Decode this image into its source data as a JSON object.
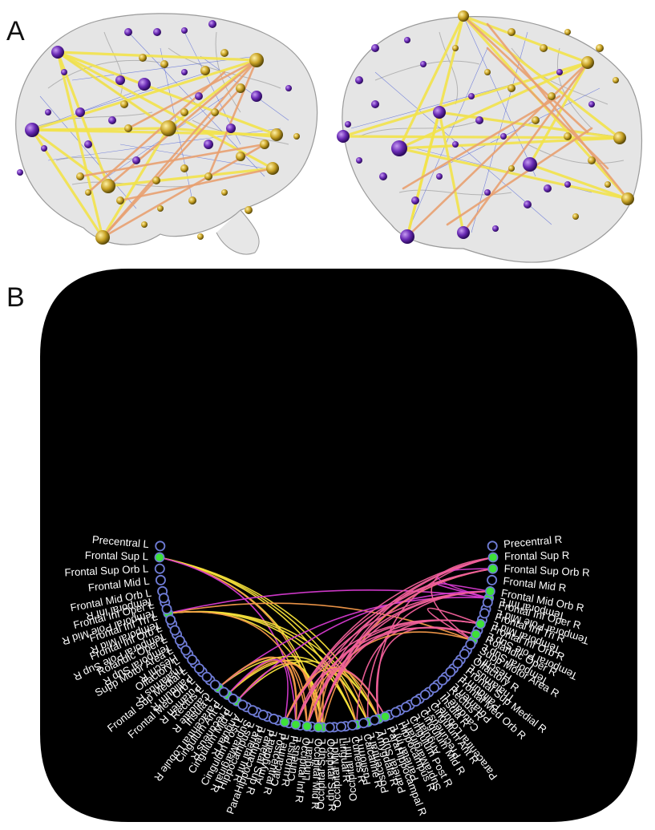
{
  "panels": {
    "a_label": "A",
    "b_label": "B"
  },
  "colors": {
    "purple_node": "#6a2bb5",
    "gold_node": "#c9a326",
    "yellow_edge": "#f2e24a",
    "orange_edge": "#e8a070",
    "blue_edge": "#5a6bd8",
    "ring_node": "#6f7cd6",
    "highlight_node": "#3ee03a",
    "chord_yellow": "#f6e03a",
    "chord_orange": "#f59a4a",
    "chord_pink": "#f0609a",
    "chord_magenta": "#d63ad0",
    "background": "#000000"
  },
  "chord_diagram": {
    "left_labels": [
      "Precentral L",
      "Frontal Sup L",
      "Frontal Sup Orb L",
      "Frontal Mid L",
      "Frontal Mid Orb L",
      "Frontal Inf Oper L",
      "Frontal Inf Tri L",
      "Frontal Inf Orb L",
      "Rolandic Oper L",
      "Supp Motor Area L",
      "Olfactory L",
      "Frontal Sup Medial L",
      "Frontal Med Orb L",
      "Rectus L",
      "Insula L",
      "Cingulum Ant L",
      "Cingulum Mid L",
      "Cingulum Post L",
      "Hippocampus L",
      "ParaHippocampal L",
      "Amygdala L",
      "Calcarine L",
      "Cuneus L",
      "Lingual L",
      "Occipital Sup L",
      "Occipital Mid L",
      "Occipital Inf L",
      "Fusiform L",
      "Postcentral L",
      "Parietal Sup L",
      "Parietal Inf L",
      "SupraMarginal L",
      "Angular L",
      "Precuneus L",
      "Paracentral Lobule L",
      "Caudate L",
      "Putamen L",
      "Pallidum L",
      "Thalamus L",
      "Heschl L",
      "Temporal Sup L",
      "Temporal Pole Sup L",
      "Temporal Mid L",
      "Temporal Pole Mid L",
      "Temporal Inf L"
    ],
    "right_labels": [
      "Precentral R",
      "Frontal Sup R",
      "Frontal Sup Orb R",
      "Frontal Mid R",
      "Frontal Mid Orb R",
      "Frontal Inf Oper R",
      "Frontal Inf Tri R",
      "Frontal Inf Orb R",
      "Rolandic Oper R",
      "Supp Motor Area R",
      "Olfactory R",
      "Frontal Sup Medial R",
      "Frontal Med Orb R",
      "Rectus R",
      "Insula R",
      "Cingulum Ant R",
      "Cingulum Mid R",
      "Cingulum Post R",
      "Hippocampus R",
      "ParaHippocampal R",
      "Amygdala R",
      "Calcarine R",
      "Cuneus R",
      "Lingual R",
      "Occipital Sup R",
      "Occipital Mid R",
      "Occipital Inf R",
      "Fusiform R",
      "Postcentral R",
      "Parietal Sup R",
      "Parietal Inf R",
      "SupraMarginal R",
      "Angular R",
      "Precuneus R",
      "Paracentral Lobule R",
      "Caudate R",
      "Putamen R",
      "Pallidum R",
      "Thalamus R",
      "Heschl R",
      "Temporal Sup R",
      "Temporal Pole Sup R",
      "Temporal Mid R",
      "Temporal Pole Mid R",
      "Temporal Inf R"
    ],
    "highlighted": [
      "Frontal Sup L",
      "Frontal Inf Tri L",
      "Cingulum Ant L",
      "Insula L",
      "Cingulum Mid L",
      "Occipital Sup L",
      "Fusiform L",
      "Postcentral L",
      "Parietal Sup L",
      "Temporal Sup L",
      "Temporal Inf L",
      "Frontal Sup R",
      "Frontal Sup Orb R",
      "Frontal Mid Orb R",
      "Frontal Inf Orb R",
      "Rolandic Oper R",
      "ParaHippocampal R",
      "Occipital Mid R",
      "Occipital Inf R",
      "Fusiform R",
      "Postcentral R"
    ],
    "connections": [
      {
        "a": "Frontal Sup L",
        "b": "Occipital Sup L",
        "c": "yellow"
      },
      {
        "a": "Frontal Sup L",
        "b": "Parietal Sup L",
        "c": "yellow"
      },
      {
        "a": "Frontal Sup L",
        "b": "Fusiform L",
        "c": "yellow"
      },
      {
        "a": "Frontal Sup L",
        "b": "Postcentral L",
        "c": "yellow"
      },
      {
        "a": "Frontal Sup L",
        "b": "Occipital Mid R",
        "c": "orange"
      },
      {
        "a": "Frontal Sup L",
        "b": "Fusiform R",
        "c": "magenta"
      },
      {
        "a": "Frontal Inf Tri L",
        "b": "Parietal Sup L",
        "c": "yellow"
      },
      {
        "a": "Frontal Inf Tri L",
        "b": "Occipital Sup L",
        "c": "yellow"
      },
      {
        "a": "Frontal Inf Tri L",
        "b": "Temporal Sup L",
        "c": "orange"
      },
      {
        "a": "Frontal Inf Tri L",
        "b": "Temporal Inf L",
        "c": "magenta"
      },
      {
        "a": "Frontal Inf Tri L",
        "b": "Fusiform L",
        "c": "yellow"
      },
      {
        "a": "Frontal Inf Tri L",
        "b": "Postcentral L",
        "c": "yellow"
      },
      {
        "a": "Frontal Inf Tri L",
        "b": "Occipital Inf R",
        "c": "orange"
      },
      {
        "a": "Cingulum Ant L",
        "b": "Occipital Sup L",
        "c": "yellow"
      },
      {
        "a": "Cingulum Ant L",
        "b": "Fusiform L",
        "c": "yellow"
      },
      {
        "a": "Cingulum Ant L",
        "b": "Occipital Mid R",
        "c": "orange"
      },
      {
        "a": "Cingulum Ant L",
        "b": "Fusiform R",
        "c": "orange"
      },
      {
        "a": "Cingulum Ant L",
        "b": "Postcentral R",
        "c": "magenta"
      },
      {
        "a": "Insula L",
        "b": "Occipital Inf R",
        "c": "orange"
      },
      {
        "a": "Insula L",
        "b": "Postcentral L",
        "c": "yellow"
      },
      {
        "a": "Insula L",
        "b": "Temporal Inf L",
        "c": "magenta"
      },
      {
        "a": "Insula L",
        "b": "Fusiform R",
        "c": "orange"
      },
      {
        "a": "Cingulum Mid L",
        "b": "Occipital Sup L",
        "c": "yellow"
      },
      {
        "a": "Cingulum Mid L",
        "b": "Parietal Sup L",
        "c": "yellow"
      },
      {
        "a": "Cingulum Mid L",
        "b": "Occipital Mid R",
        "c": "orange"
      },
      {
        "a": "Cingulum Mid L",
        "b": "Frontal Mid Orb R",
        "c": "magenta"
      },
      {
        "a": "Occipital Sup L",
        "b": "Occipital Mid R",
        "c": "orange"
      },
      {
        "a": "Occipital Sup L",
        "b": "Frontal Sup Orb R",
        "c": "orange"
      },
      {
        "a": "Fusiform L",
        "b": "Occipital Inf R",
        "c": "orange"
      },
      {
        "a": "Fusiform L",
        "b": "Frontal Inf Orb R",
        "c": "pink"
      },
      {
        "a": "Postcentral L",
        "b": "Frontal Mid Orb R",
        "c": "pink"
      },
      {
        "a": "Postcentral L",
        "b": "Occipital Mid R",
        "c": "orange"
      },
      {
        "a": "Parietal Sup L",
        "b": "Frontal Sup R",
        "c": "pink"
      },
      {
        "a": "Parietal Sup L",
        "b": "Rolandic Oper R",
        "c": "pink"
      },
      {
        "a": "Parietal Sup L",
        "b": "Occipital Inf R",
        "c": "orange"
      },
      {
        "a": "Temporal Sup L",
        "b": "Frontal Sup R",
        "c": "pink"
      },
      {
        "a": "Temporal Sup L",
        "b": "Frontal Inf Orb R",
        "c": "pink"
      },
      {
        "a": "Temporal Sup L",
        "b": "Occipital Inf R",
        "c": "orange"
      },
      {
        "a": "Temporal Inf L",
        "b": "Frontal Sup Orb R",
        "c": "magenta"
      },
      {
        "a": "Temporal Inf L",
        "b": "Frontal Mid Orb R",
        "c": "magenta"
      },
      {
        "a": "Frontal Sup R",
        "b": "Occipital Mid R",
        "c": "pink"
      },
      {
        "a": "Frontal Sup R",
        "b": "Postcentral R",
        "c": "pink"
      },
      {
        "a": "Frontal Sup R",
        "b": "Occipital Inf R",
        "c": "pink"
      },
      {
        "a": "Frontal Sup Orb R",
        "b": "Occipital Mid R",
        "c": "pink"
      },
      {
        "a": "Frontal Sup Orb R",
        "b": "Fusiform R",
        "c": "pink"
      },
      {
        "a": "Frontal Sup Orb R",
        "b": "Postcentral R",
        "c": "pink"
      },
      {
        "a": "Frontal Mid Orb R",
        "b": "Occipital Mid R",
        "c": "pink"
      },
      {
        "a": "Frontal Mid Orb R",
        "b": "Occipital Inf R",
        "c": "pink"
      },
      {
        "a": "Frontal Mid Orb R",
        "b": "Postcentral R",
        "c": "pink"
      },
      {
        "a": "Frontal Inf Orb R",
        "b": "Occipital Mid R",
        "c": "pink"
      },
      {
        "a": "Frontal Inf Orb R",
        "b": "Fusiform R",
        "c": "pink"
      },
      {
        "a": "Frontal Inf Orb R",
        "b": "Postcentral R",
        "c": "pink"
      },
      {
        "a": "Rolandic Oper R",
        "b": "Occipital Inf R",
        "c": "pink"
      },
      {
        "a": "Rolandic Oper R",
        "b": "Fusiform R",
        "c": "pink"
      },
      {
        "a": "ParaHippocampal R",
        "b": "Postcentral R",
        "c": "orange"
      },
      {
        "a": "ParaHippocampal R",
        "b": "Fusiform R",
        "c": "pink"
      }
    ]
  }
}
